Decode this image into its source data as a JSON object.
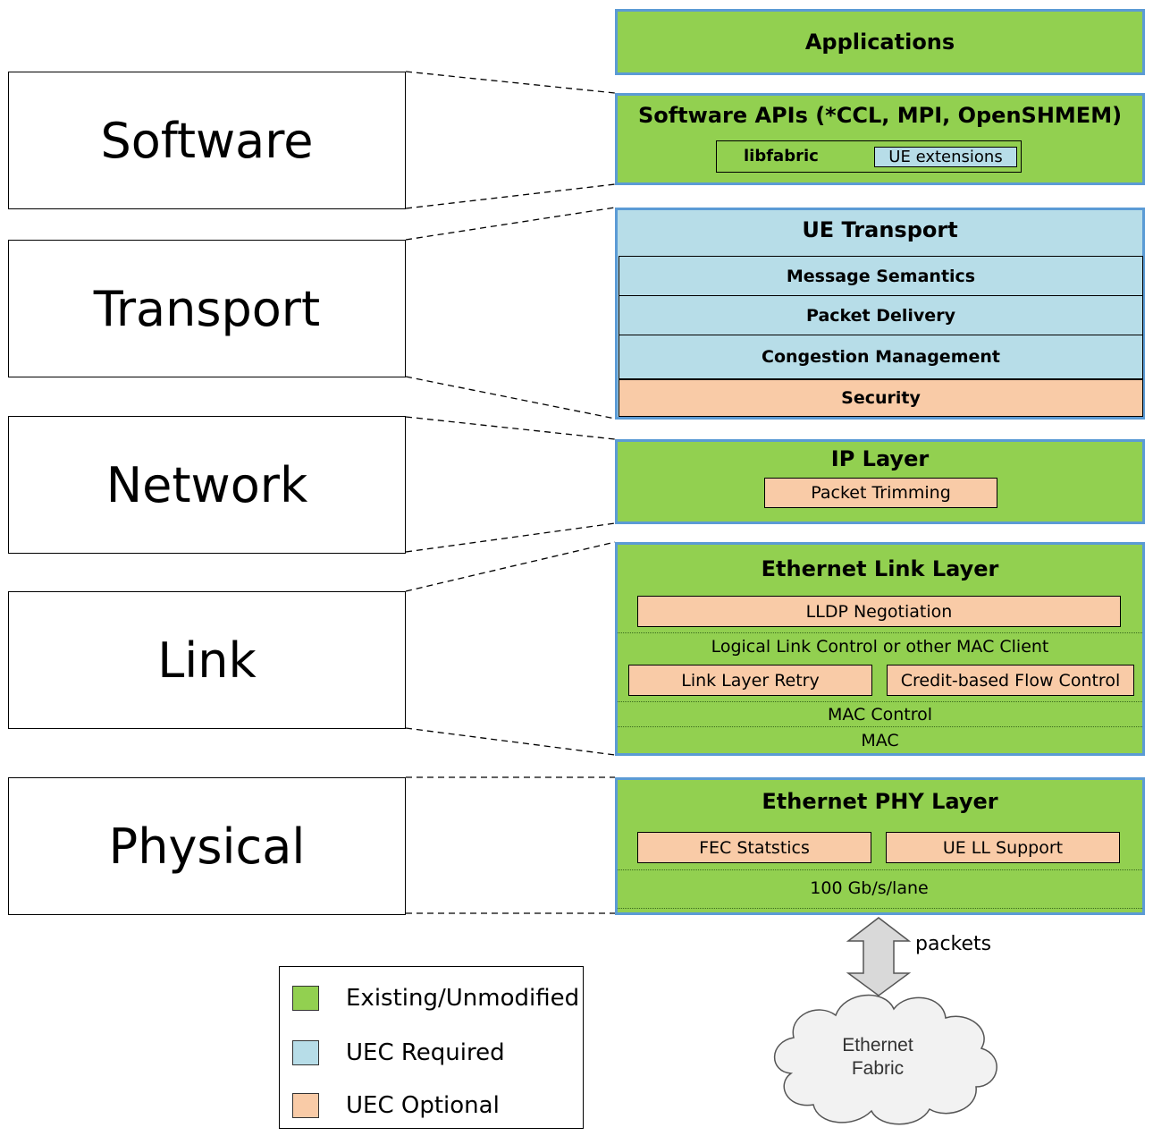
{
  "layers": [
    "Software",
    "Transport",
    "Network",
    "Link",
    "Physical"
  ],
  "applications": {
    "title": "Applications"
  },
  "software_apis": {
    "title": "Software APIs (*CCL, MPI, OpenSHMEM)",
    "libfabric": "libfabric",
    "ue_extensions": "UE extensions"
  },
  "ue_transport": {
    "title": "UE Transport",
    "rows": [
      "Message Semantics",
      "Packet Delivery",
      "Congestion Management",
      "Security"
    ]
  },
  "ip_layer": {
    "title": "IP Layer",
    "packet_trimming": "Packet Trimming"
  },
  "ethernet_link": {
    "title": "Ethernet Link Layer",
    "lldp": "LLDP Negotiation",
    "llc": "Logical Link Control or other MAC Client",
    "link_layer_retry": "Link Layer Retry",
    "credit_flow": "Credit-based Flow Control",
    "mac_control": "MAC Control",
    "mac": "MAC"
  },
  "ethernet_phy": {
    "title": "Ethernet PHY Layer",
    "fec": "FEC Statstics",
    "ue_ll": "UE LL Support",
    "lane": "100 Gb/s/lane"
  },
  "packets_label": "packets",
  "cloud": {
    "line1": "Ethernet",
    "line2": "Fabric"
  },
  "legend": [
    {
      "label": "Existing/Unmodified",
      "color": "#92d050"
    },
    {
      "label": "UEC Required",
      "color": "#b7dde8"
    },
    {
      "label": "UEC Optional",
      "color": "#f9cba7"
    }
  ],
  "colors": {
    "existing": "#92d050",
    "required": "#b7dde8",
    "optional": "#f9cba7",
    "block_border": "#5b9bd5"
  }
}
